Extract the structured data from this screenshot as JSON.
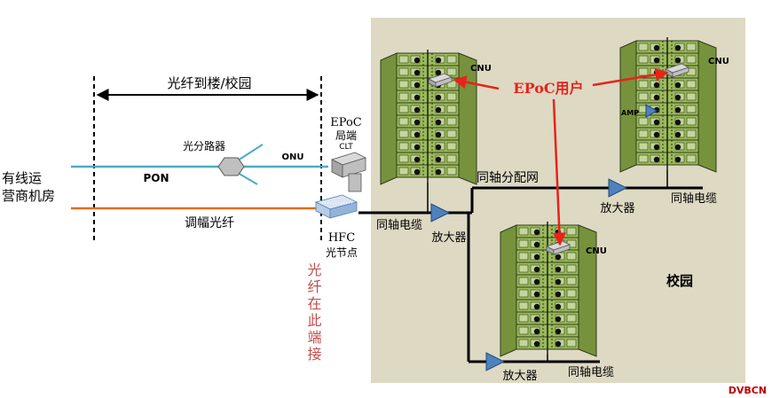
{
  "labels": {
    "operator_room": [
      "有线运",
      "营商机房"
    ],
    "fiber_to_building": "光纤到楼/校园",
    "splitter": "光分路器",
    "pon": "PON",
    "am_fiber": "调幅光纤",
    "onu": "ONU",
    "epoc_clt": [
      "EPoC",
      "局端",
      "CLT"
    ],
    "hfc_node": [
      "HFC",
      "光节点"
    ],
    "fiber_terminates_here": "光纤在此端接",
    "coax_network": "同轴分配网",
    "coax_cable": "同轴电缆",
    "amplifier": "放大器",
    "amp": "AMP",
    "cnu": "CNU",
    "epoc_user": "EPoC用户",
    "campus": "校园",
    "watermark": "DVBCN"
  },
  "colors": {
    "panel_bg": "#ddd9c3",
    "pon_line": "#4bacc6",
    "am_line": "#e46c0a",
    "coax_line": "#000000",
    "arrow_red": "#e8231a",
    "building_green": "#9bbb59",
    "amp_blue": "#4f81bd",
    "vertical_label_red": "#c0504d",
    "watermark_red": "#c00000"
  },
  "icons": [
    "building-icon",
    "cnu-modem-icon",
    "amplifier-triangle-icon",
    "splitter-icon",
    "onu-device-icon",
    "hfc-node-icon"
  ]
}
